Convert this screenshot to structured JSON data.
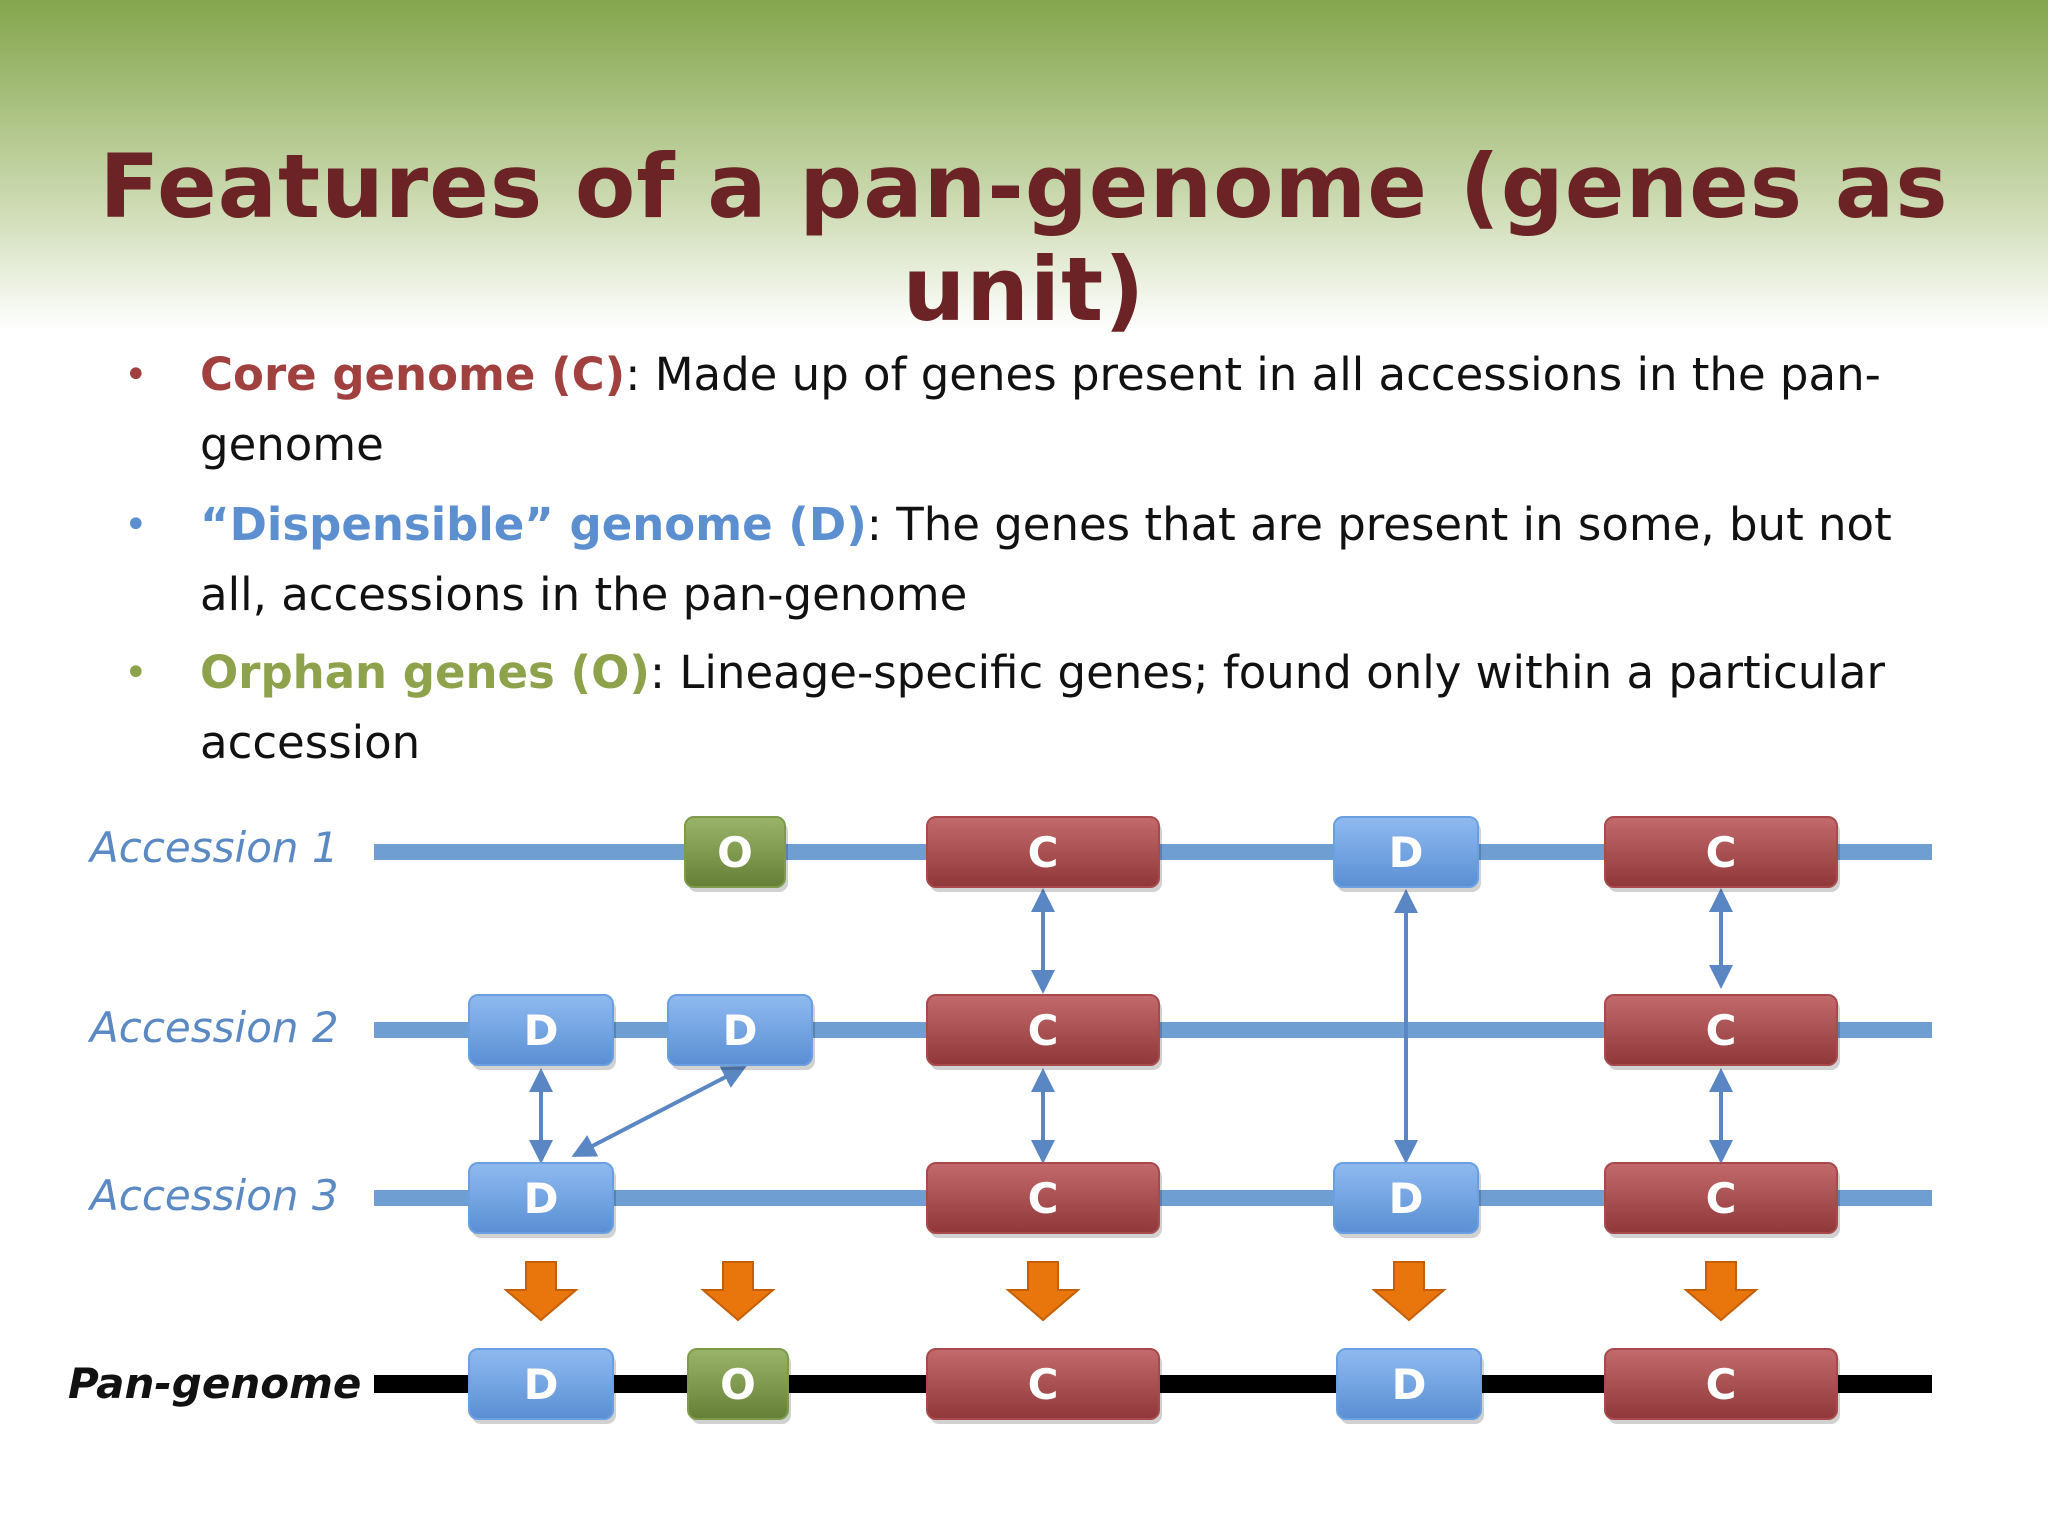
{
  "title": "Features of a pan-genome (genes as unit)",
  "bullets": [
    {
      "term": "Core genome (C)",
      "text": ": Made up of genes present in all accessions in the pan-genome",
      "color": "#a0403f",
      "dot_color": "#a0403f"
    },
    {
      "term": "“Dispensible” genome (D)",
      "text": ": The genes that are present in some, but not all, accessions in the pan-genome",
      "color": "#5b8fd0",
      "dot_color": "#5b8fd0"
    },
    {
      "term": "Orphan genes (O)",
      "text": ": Lineage-specific genes; found only within a particular accession",
      "color": "#8da24b",
      "dot_color": "#8da24b"
    }
  ],
  "diagram": {
    "row_labels": [
      "Accession 1",
      "Accession 2",
      "Accession 3"
    ],
    "pan_label": "Pan-genome",
    "colors": {
      "C": "#a8494c",
      "D": "#6a9fe0",
      "O": "#7e9a4a",
      "accession_line": "#6f9fd2",
      "pan_line": "#000000",
      "merge_arrow": "#e8760c",
      "link_arrow": "#5a87c4"
    },
    "accessions": [
      {
        "genes": [
          {
            "type": "O",
            "label": "O"
          },
          {
            "type": "C",
            "label": "C"
          },
          {
            "type": "D",
            "label": "D"
          },
          {
            "type": "C",
            "label": "C"
          }
        ]
      },
      {
        "genes": [
          {
            "type": "D",
            "label": "D"
          },
          {
            "type": "D",
            "label": "D"
          },
          {
            "type": "C",
            "label": "C"
          },
          {
            "type": "C",
            "label": "C"
          }
        ]
      },
      {
        "genes": [
          {
            "type": "D",
            "label": "D"
          },
          {
            "type": "C",
            "label": "C"
          },
          {
            "type": "D",
            "label": "D"
          },
          {
            "type": "C",
            "label": "C"
          }
        ]
      }
    ],
    "pan_genome": {
      "genes": [
        {
          "type": "D",
          "label": "D"
        },
        {
          "type": "O",
          "label": "O"
        },
        {
          "type": "C",
          "label": "C"
        },
        {
          "type": "D",
          "label": "D"
        },
        {
          "type": "C",
          "label": "C"
        }
      ]
    }
  }
}
